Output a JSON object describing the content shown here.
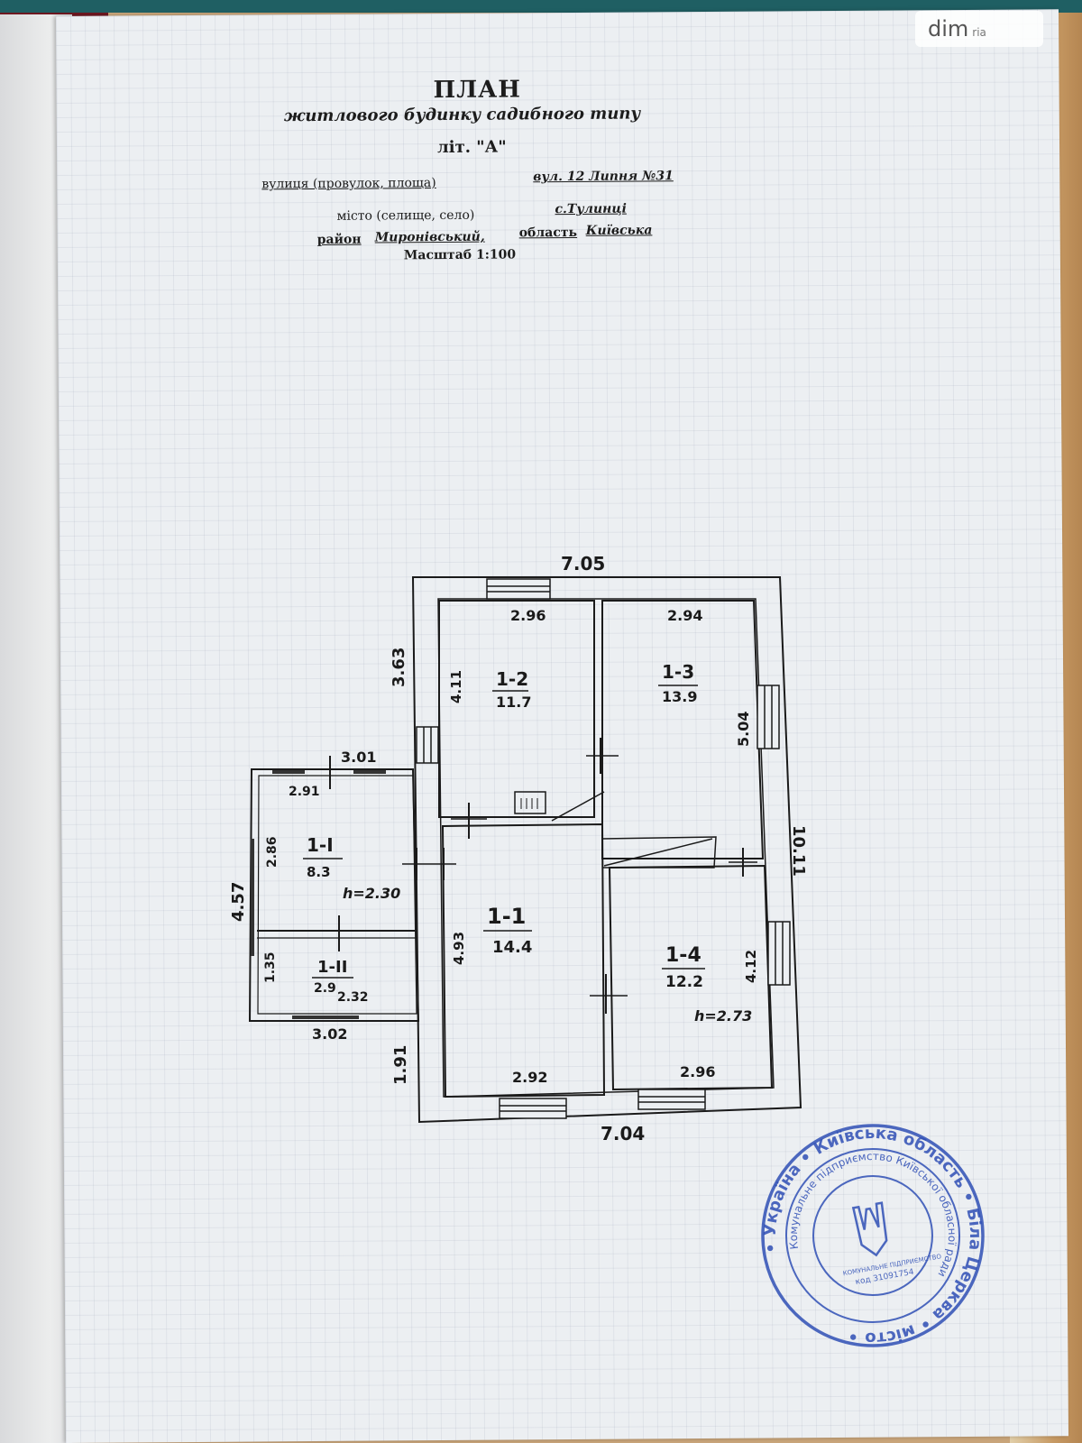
{
  "header": {
    "title": "ПЛАН",
    "subtitle": "житлового будинку садибного типу",
    "letter": "літ. \"А\"",
    "street_label": "вулиця (провулок, площа)",
    "street_value": "вул. 12 Липня   №31",
    "city_label": "місто (селище, село)",
    "city_value": "с.Тулинці",
    "district_label": "район",
    "district_value": "Миронівський,",
    "region_label": "область",
    "region_value": "Київська",
    "scale": "Масштаб 1:100"
  },
  "watermark": {
    "text": "dim",
    "sub": "ria"
  },
  "plan": {
    "dims": {
      "top": "7.05",
      "bottom": "7.04",
      "right": "10.11",
      "left_upper": "3.63",
      "left_lower": "1.91",
      "ext_left": "4.57",
      "ext_top": "3.01",
      "ext_bottom": "3.02"
    },
    "rooms": [
      {
        "id": "1-1",
        "area": "14.4",
        "w": "2.92",
        "h": "4.93"
      },
      {
        "id": "1-2",
        "area": "11.7",
        "w": "2.96",
        "h": "4.11"
      },
      {
        "id": "1-3",
        "area": "13.9",
        "w": "2.94",
        "h": "5.04"
      },
      {
        "id": "1-4",
        "area": "12.2",
        "w": "2.96",
        "h": "4.12",
        "height": "h=2.73"
      },
      {
        "id": "1-I",
        "area": "8.3",
        "w": "2.91",
        "h": "2.86",
        "height": "h=2.30"
      },
      {
        "id": "1-II",
        "area": "2.9",
        "w": "2.32",
        "h": "1.35"
      }
    ]
  },
  "stamp": {
    "ring_outer": "• Україна • Київська область • Біла Церква • місто •",
    "ring_inner": "Комунальне підприємство Київської обласної ради",
    "center": "КОМУНАЛЬНЕ ПІДПРИЄМСТВО",
    "code": "код 31091754"
  }
}
